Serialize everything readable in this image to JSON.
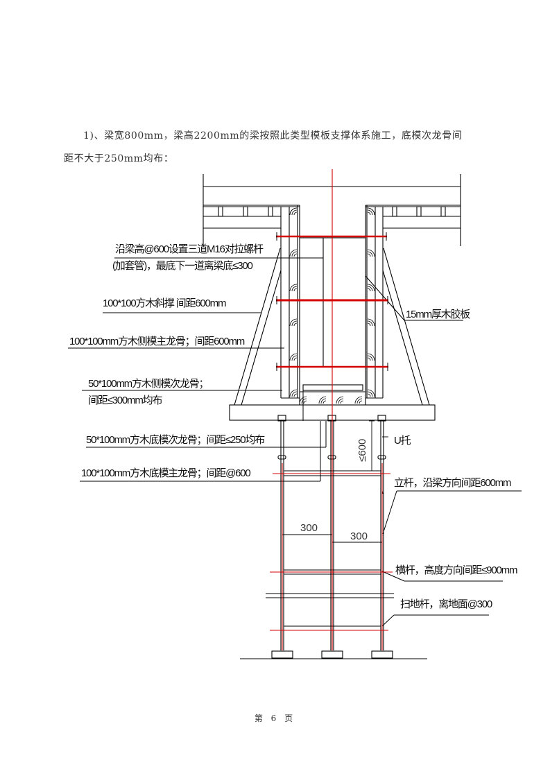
{
  "document": {
    "paragraph": {
      "line1": "1)、梁宽800mm，梁高2200mm的梁按照此类型模板支撑体系施工，底模次龙骨间",
      "line2": "距不大于250mm均布："
    },
    "figure": {
      "labels": {
        "tie_bolt_line1": "沿梁高@600设置三道M16对拉螺杆",
        "tie_bolt_line2": "(加套管)，最底下一道离梁底≤300",
        "diagonal_brace": "100*100方木斜撑 间距600mm",
        "side_main_keel": "100*100mm方木侧模主龙骨；间距600mm",
        "side_secondary_keel_line1": "50*100mm方木侧模次龙骨；",
        "side_secondary_keel_line2": "间距≤300mm均布",
        "bottom_secondary_keel": "50*100mm方木底模次龙骨；间距≤250均布",
        "bottom_main_keel": "100*100mm方木底模主龙骨；间距@600",
        "plywood": "15mm厚木胶板",
        "u_jack": "U托",
        "upright_pole": "立杆，沿梁方向间距600mm",
        "horizontal_bar": "横杆，高度方向间距≤900mm",
        "sweep_bar": "扫地杆，离地面@300"
      },
      "dimensions": {
        "spacing_left": "300",
        "spacing_right": "300",
        "top_extension": "≤600"
      },
      "colors": {
        "line": "#000000",
        "centerline": "#d40000",
        "tie_bolt": "#e00000"
      }
    },
    "footer": {
      "page": "第 6 页"
    }
  }
}
